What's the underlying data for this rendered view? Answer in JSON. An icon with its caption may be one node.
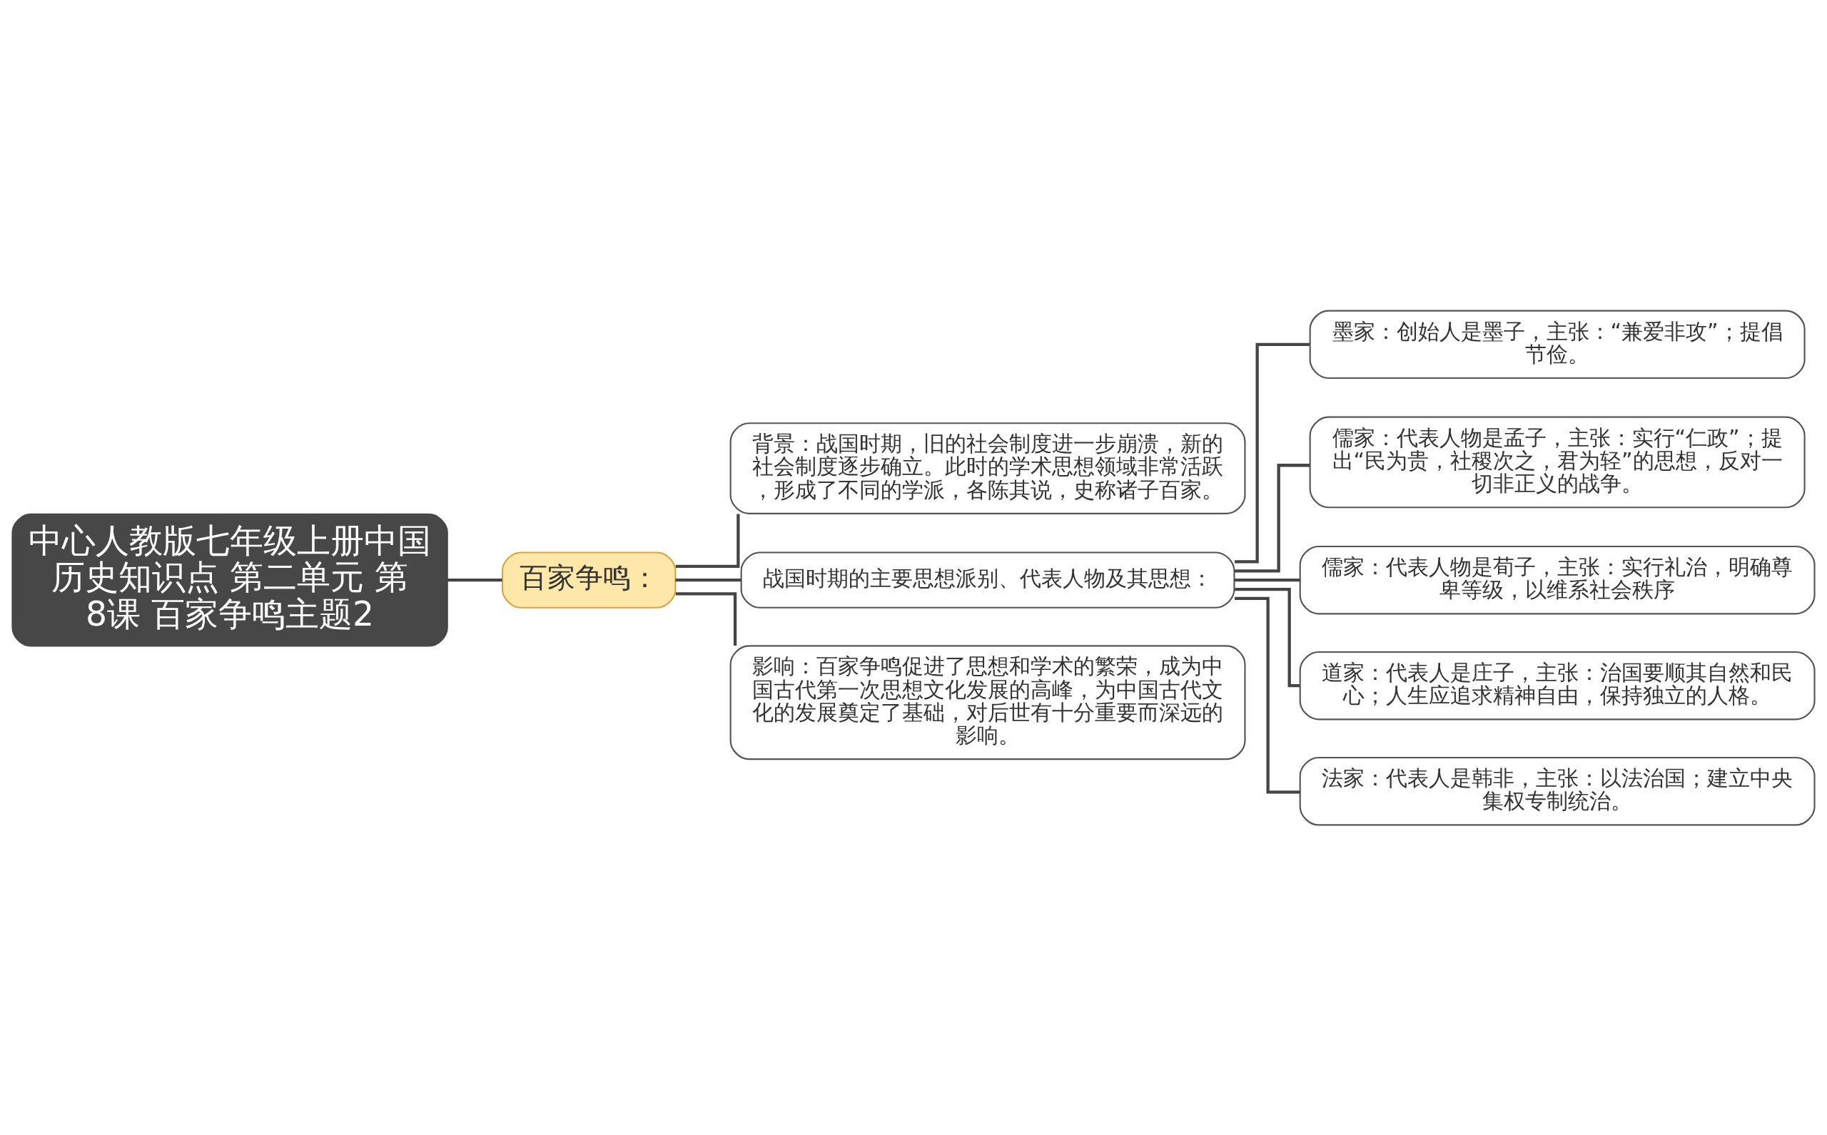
{
  "diagram": {
    "nodes": [
      {
        "text": [
          "中心人教版七年级上册中国历史知识点 第二单元 第8课 百家争鸣主题2"
        ]
      },
      {
        "text": [
          "百家争鸣："
        ]
      },
      {
        "text": [
          "背景：战国时期，旧的社会制度进一步崩溃，新的社会制度逐步确立。此时的学术思想领域非常活跃，形成了不同的学派，各陈其说，史称诸子百家。"
        ]
      },
      {
        "text": [
          "战国时期的主要思想派别、代表人物及其思想："
        ]
      },
      {
        "text": [
          "墨家：创始人是墨子，主张：“兼爱非攻”；提倡节俭。"
        ]
      },
      {
        "text": [
          "儒家：代表人物是孟子，主张：实行“仁政”；提出“民为贵，社稷次之，君为轻”的思想，反对一切非正义的战争。"
        ]
      },
      {
        "text": [
          "儒家：代表人物是荀子，主张：实行礼治，明确尊卑等级，以维系社会秩序"
        ]
      },
      {
        "text": [
          "道家：代表人是庄子，主张：治国要顺其自然和民心；人生应追求精神自由，保持独立的人格。"
        ]
      },
      {
        "text": [
          "法家：代表人是韩非，主张：以法治国；建立中央集权专制统治。"
        ]
      },
      {
        "text": [
          "影响：百家争鸣促进了思想和学术的繁荣，成为中国古代第一次思想文化发展的高峰，为中国古代文化的发展奠定了基础，对后世有十分重要而深远的影响。"
        ]
      }
    ],
    "edges": [
      {
        "from": 0,
        "to": 1,
        "arrow": "none"
      },
      {
        "from": 1,
        "to": 2,
        "arrow": "none"
      },
      {
        "from": 1,
        "to": 3,
        "arrow": "none"
      },
      {
        "from": 1,
        "to": 9,
        "arrow": "none"
      },
      {
        "from": 3,
        "to": 4,
        "arrow": "none"
      },
      {
        "from": 3,
        "to": 5,
        "arrow": "none"
      },
      {
        "from": 3,
        "to": 6,
        "arrow": "none"
      },
      {
        "from": 3,
        "to": 7,
        "arrow": "none"
      },
      {
        "from": 3,
        "to": 8,
        "arrow": "none"
      }
    ]
  }
}
